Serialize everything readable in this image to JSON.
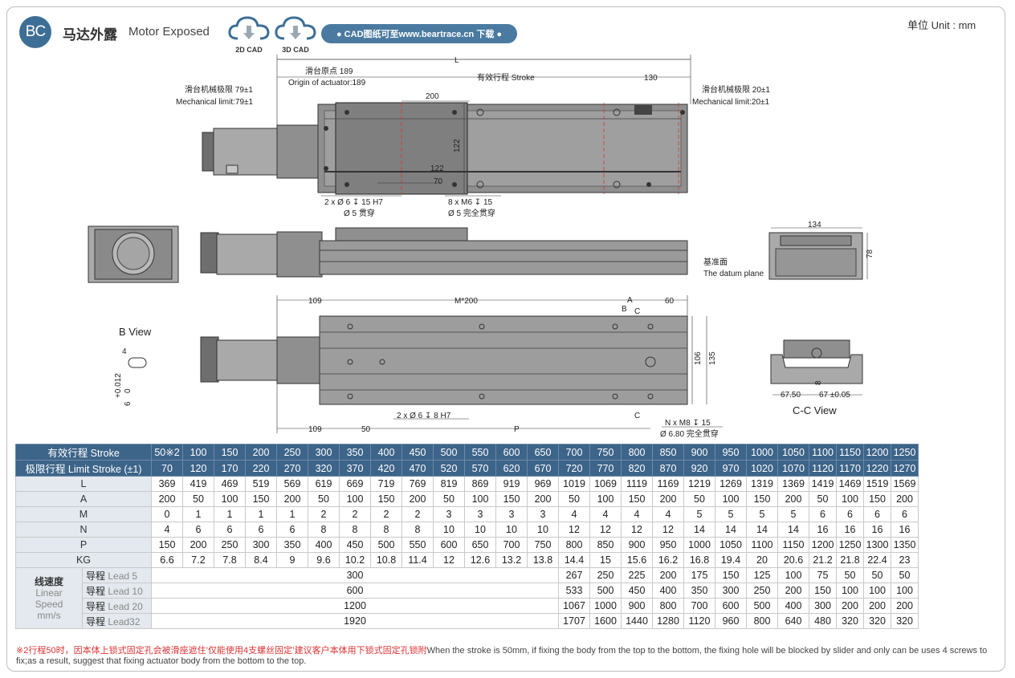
{
  "header": {
    "badge": "BC",
    "title_cn": "马达外露",
    "title_en": "Motor Exposed",
    "cad_2d": "2D CAD",
    "cad_3d": "3D CAD",
    "download_text": "● CAD图纸可至www.beartrace.cn 下载 ●",
    "unit": "单位  Unit : mm"
  },
  "drawing": {
    "dim_L": "L",
    "origin_cn": "滑台原点 189",
    "origin_en": "Origin of actuator:189",
    "stroke_label": "有效行程 Stroke",
    "dim_130": "130",
    "dim_200": "200",
    "mech_left_cn": "滑台机械极限 79±1",
    "mech_left_en": "Mechanical limit:79±1",
    "mech_right_cn": "滑台机械极限 20±1",
    "mech_right_en": "Mechanical limit:20±1",
    "dim_122_v": "122",
    "dim_122_h": "122",
    "dim_70": "70",
    "hole_note_1a": "2 x Ø 6 ↧ 15 H7",
    "hole_note_1b": "Ø 5 贯穿",
    "hole_note_2a": "8 x M6 ↧ 15",
    "hole_note_2b": "Ø 5 完全贯穿",
    "dim_134": "134",
    "dim_78": "78",
    "datum_cn": "基准面",
    "datum_en": "The datum plane",
    "dim_109_top": "109",
    "dim_m200": "M*200",
    "dim_60": "60",
    "lbl_A": "A",
    "lbl_B": "B",
    "lbl_C": "C",
    "lbl_C2": "C",
    "dim_106": "106",
    "dim_135": "135",
    "dim_109_bot": "109",
    "dim_50": "50",
    "dim_P": "P",
    "hole_note_3": "2 x Ø 6 ↧ 8 H7",
    "hole_note_4a": "N x M8 ↧ 15",
    "hole_note_4b": "Ø 6.80 完全贯穿",
    "b_view": "B View",
    "b_dim_4": "4",
    "b_dim_tol": "+0.012",
    "b_dim_6": "6",
    "b_dim_0": "0",
    "cc_view": "C-C View",
    "cc_dim_left": "67.50",
    "cc_dim_8": "8",
    "cc_dim_right": "67 ±0.05"
  },
  "table": {
    "stroke_header": "有效行程 Stroke",
    "limit_header": "极限行程 Limit Stroke (±1)",
    "strokes": [
      "50※2",
      "100",
      "150",
      "200",
      "250",
      "300",
      "350",
      "400",
      "450",
      "500",
      "550",
      "600",
      "650",
      "700",
      "750",
      "800",
      "850",
      "900",
      "950",
      "1000",
      "1050",
      "1100",
      "1150",
      "1200",
      "1250"
    ],
    "limits": [
      "70",
      "120",
      "170",
      "220",
      "270",
      "320",
      "370",
      "420",
      "470",
      "520",
      "570",
      "620",
      "670",
      "720",
      "770",
      "820",
      "870",
      "920",
      "970",
      "1020",
      "1070",
      "1120",
      "1170",
      "1220",
      "1270"
    ],
    "rows": [
      {
        "label": "L",
        "values": [
          "369",
          "419",
          "469",
          "519",
          "569",
          "619",
          "669",
          "719",
          "769",
          "819",
          "869",
          "919",
          "969",
          "1019",
          "1069",
          "1119",
          "1169",
          "1219",
          "1269",
          "1319",
          "1369",
          "1419",
          "1469",
          "1519",
          "1569"
        ]
      },
      {
        "label": "A",
        "values": [
          "200",
          "50",
          "100",
          "150",
          "200",
          "50",
          "100",
          "150",
          "200",
          "50",
          "100",
          "150",
          "200",
          "50",
          "100",
          "150",
          "200",
          "50",
          "100",
          "150",
          "200",
          "50",
          "100",
          "150",
          "200"
        ]
      },
      {
        "label": "M",
        "values": [
          "0",
          "1",
          "1",
          "1",
          "1",
          "2",
          "2",
          "2",
          "2",
          "3",
          "3",
          "3",
          "3",
          "4",
          "4",
          "4",
          "4",
          "5",
          "5",
          "5",
          "5",
          "6",
          "6",
          "6",
          "6"
        ]
      },
      {
        "label": "N",
        "values": [
          "4",
          "6",
          "6",
          "6",
          "6",
          "8",
          "8",
          "8",
          "8",
          "10",
          "10",
          "10",
          "10",
          "12",
          "12",
          "12",
          "12",
          "14",
          "14",
          "14",
          "14",
          "16",
          "16",
          "16",
          "16"
        ]
      },
      {
        "label": "P",
        "values": [
          "150",
          "200",
          "250",
          "300",
          "350",
          "400",
          "450",
          "500",
          "550",
          "600",
          "650",
          "700",
          "750",
          "800",
          "850",
          "900",
          "950",
          "1000",
          "1050",
          "1100",
          "1150",
          "1200",
          "1250",
          "1300",
          "1350"
        ]
      },
      {
        "label": "KG",
        "values": [
          "6.6",
          "7.2",
          "7.8",
          "8.4",
          "9",
          "9.6",
          "10.2",
          "10.8",
          "11.4",
          "12",
          "12.6",
          "13.2",
          "13.8",
          "14.4",
          "15",
          "15.6",
          "16.2",
          "16.8",
          "19.4",
          "20",
          "20.6",
          "21.2",
          "21.8",
          "22.4",
          "23"
        ]
      }
    ],
    "speed_cn": "线速度",
    "speed_en1": "Linear",
    "speed_en2": "Speed",
    "speed_unit": "mm/s",
    "leads": [
      {
        "cn": "导程",
        "en": "Lead 5",
        "common": "300",
        "values": [
          "267",
          "250",
          "225",
          "200",
          "175",
          "150",
          "125",
          "100",
          "75",
          "50",
          "50",
          "50"
        ]
      },
      {
        "cn": "导程",
        "en": "Lead 10",
        "common": "600",
        "values": [
          "533",
          "500",
          "450",
          "400",
          "350",
          "300",
          "250",
          "200",
          "150",
          "100",
          "100",
          "100"
        ]
      },
      {
        "cn": "导程",
        "en": "Lead 20",
        "common": "1200",
        "values": [
          "1067",
          "1000",
          "900",
          "800",
          "700",
          "600",
          "500",
          "400",
          "300",
          "200",
          "200",
          "200"
        ]
      },
      {
        "cn": "导程",
        "en": "Lead32",
        "common": "1920",
        "values": [
          "1707",
          "1600",
          "1440",
          "1280",
          "1120",
          "960",
          "800",
          "640",
          "480",
          "320",
          "320",
          "320"
        ]
      }
    ]
  },
  "footnote": {
    "cn": "※2行程50时，因本体上锁式固定孔会被滑座遮住’仅能使用4支螺丝固定’建议客户本体用下锁式固定孔锁附",
    "en": "When the stroke is 50mm, if fixing the body from the top to the bottom, the fixing hole will be blocked by slider and only can be uses 4 screws to fix;as a result, suggest that fixing actuator body from the bottom to the top."
  },
  "colors": {
    "accent": "#3d6f96",
    "table_header": "#3d6489",
    "row_header": "#e4e9ef",
    "body_gray": "#8c8c8c",
    "note_red": "#d33"
  }
}
